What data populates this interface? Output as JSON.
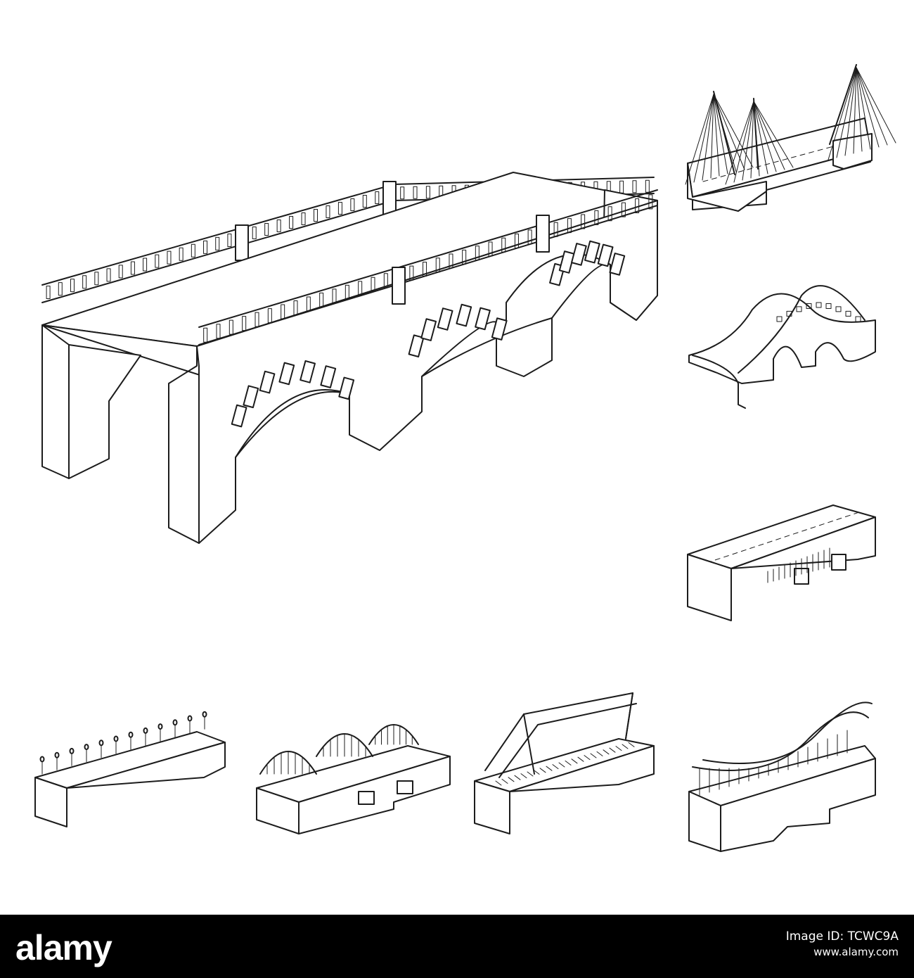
{
  "footer": {
    "brand": "alamy",
    "image_id_label": "Image ID: TCWC9A",
    "site": "www.alamy.com",
    "background": "#000000",
    "text_color": "#ffffff"
  },
  "colors": {
    "line": "#1c1c1c",
    "background": "#ffffff"
  },
  "icons": [
    "arch-bridge-main-icon",
    "cable-stayed-bridge-icon",
    "humpback-arch-bridge-icon",
    "road-arch-bridge-icon",
    "lamp-post-bridge-icon",
    "arched-truss-bridge-icon",
    "truss-rail-bridge-icon",
    "suspension-bridge-icon"
  ]
}
